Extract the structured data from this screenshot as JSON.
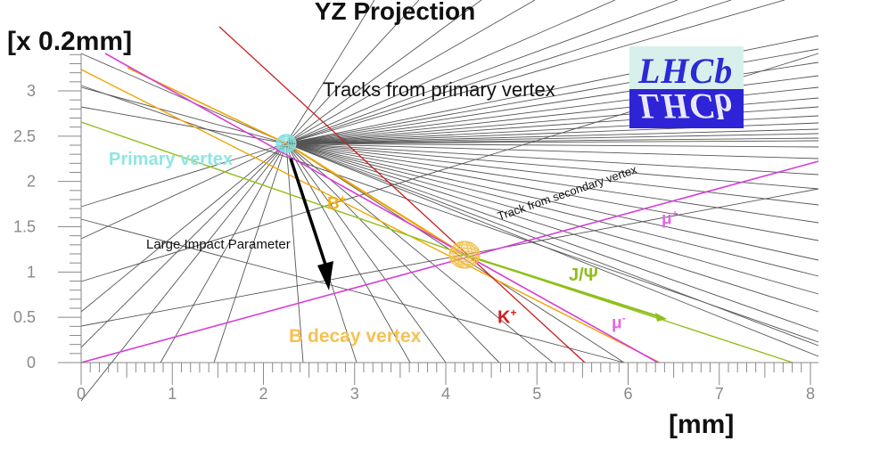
{
  "title": "YZ Projection",
  "y_unit": "[x 0.2mm]",
  "x_unit": "[mm]",
  "axes": {
    "x_ticks": [
      "0",
      "1",
      "2",
      "3",
      "4",
      "5",
      "6",
      "7",
      "8"
    ],
    "y_ticks": [
      "0",
      "0.5",
      "1",
      "1.5",
      "2",
      "2.5",
      "3"
    ]
  },
  "labels": {
    "primary_tracks": "Tracks from primary vertex",
    "primary_vertex": "Primary vertex",
    "b_plus": "B",
    "b_plus_sup": "+",
    "impact": "Large Impact Parameter",
    "secondary_track": "Track from secondary vertex",
    "mu_plus": "μ",
    "mu_plus_sup": "+",
    "jpsi": "J/Ψ",
    "k_plus": "K",
    "k_plus_sup": "+",
    "mu_minus": "μ",
    "mu_minus_sup": "-",
    "b_decay": "B decay vertex"
  },
  "logo": {
    "text": "LHCb"
  },
  "colors": {
    "primary_track": "#555555",
    "b_track": "#f0a500",
    "mu_track": "#d83cd8",
    "k_track": "#c81e1e",
    "jpsi_track": "#8fbf1a",
    "vertex_cyan": "#86e0dc",
    "vertex_yellow": "#f2c14a"
  }
}
